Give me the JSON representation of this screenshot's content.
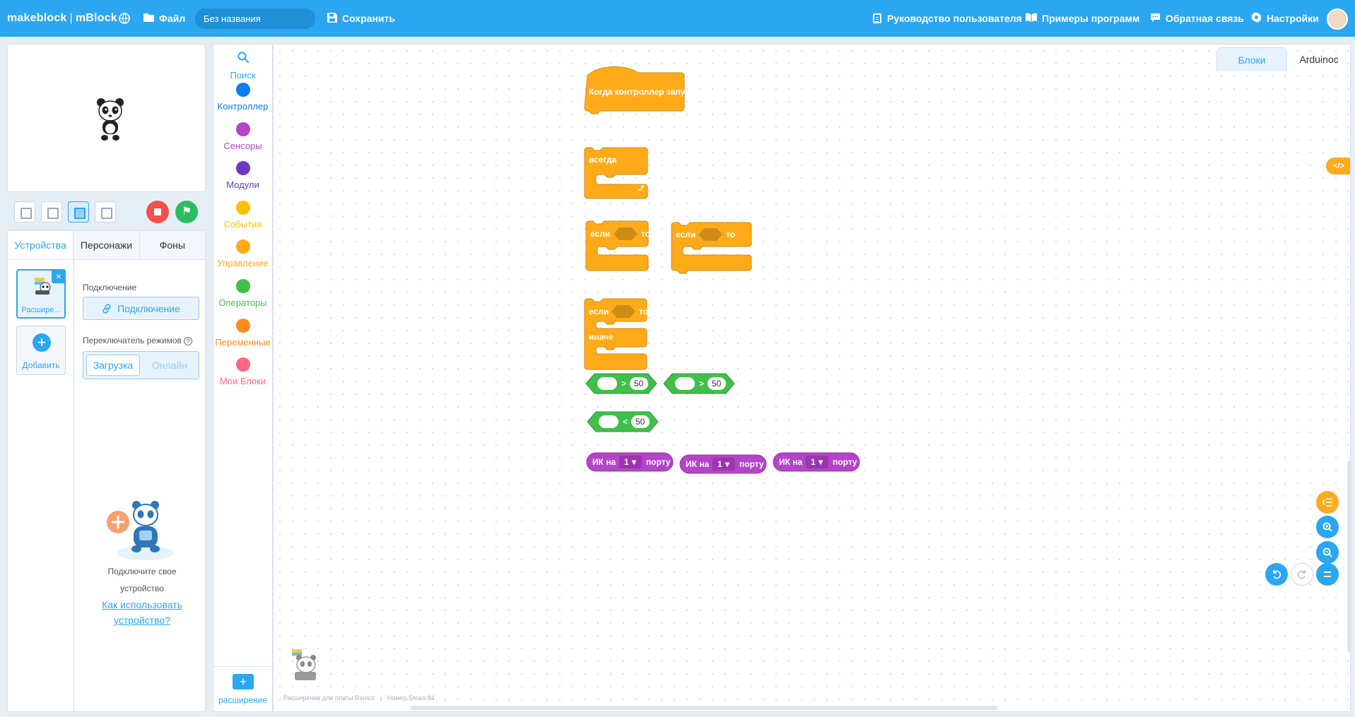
{
  "app": {
    "logo_brand": "makeblock",
    "logo_product": "mBlock",
    "file_menu": "Файл",
    "project_title": "Без названия",
    "save": "Сохранить",
    "guide": "Руководство пользователя",
    "examples": "Примеры программ",
    "feedback": "Обратная связь",
    "settings": "Настройки",
    "accent_color": "#2ba6f0"
  },
  "left_tabs": [
    "Устройства",
    "Персонажи",
    "Фоны"
  ],
  "devices": {
    "device_label": "Расшире...",
    "add_label": "Добавить",
    "connection_label": "Подключение",
    "connect_button": "Подключение",
    "mode_label": "Переключатель режимов",
    "mode_upload": "Загрузка",
    "mode_live": "Онлайн",
    "hint_line1": "Подключите свое",
    "hint_line2": "устройство",
    "hint_link": "Как использовать устройство?"
  },
  "categories": [
    {
      "label": "Поиск",
      "color": "#2ba6f0"
    },
    {
      "label": "Контроллер",
      "color": "#0b7cf2"
    },
    {
      "label": "Сенсоры",
      "color": "#b444c8"
    },
    {
      "label": "Модули",
      "color": "#6a3bc0"
    },
    {
      "label": "События",
      "color": "#ffbf00"
    },
    {
      "label": "Управление",
      "color": "#ffab19"
    },
    {
      "label": "Операторы",
      "color": "#40bf4a"
    },
    {
      "label": "Переменные",
      "color": "#ff8c1a"
    },
    {
      "label": "Мои Блоки",
      "color": "#ff6680"
    }
  ],
  "extension_label": "расширение",
  "canvas": {
    "tab_blocks": "Блоки",
    "tab_code": "Arduinoc",
    "code_toggle": "</>",
    "ext_info": "Расширение для платы Ranics",
    "block_count": "Номер блока:84"
  },
  "blocks": {
    "hat": "Когда контроллер запущен",
    "forever": "всегда",
    "if": "если",
    "then": "то",
    "else": "иначе",
    "op_gt": ">",
    "op_lt": "<",
    "num_50": "50",
    "ir_prefix": "ИК на",
    "ir_port_value": "1",
    "ir_suffix": "порту",
    "control_color": "#ffab19",
    "operator_color": "#40bf4a",
    "sensor_color": "#b444c8"
  }
}
